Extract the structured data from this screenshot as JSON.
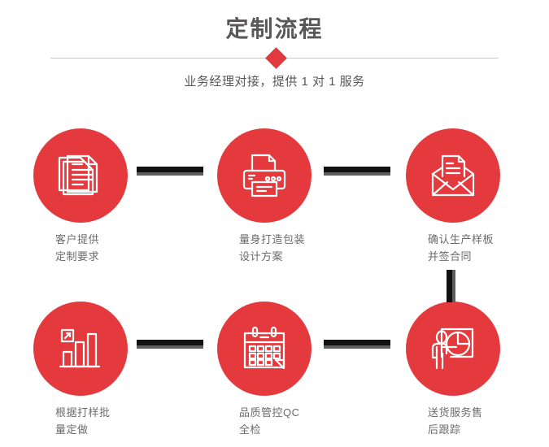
{
  "header": {
    "title": "定制流程",
    "subtitle": "业务经理对接，提供 1 对 1 服务",
    "accent_color": "#e43a3e",
    "title_color": "#595757",
    "divider_color": "#c9c9c9"
  },
  "flow": {
    "connector_color": "#111111",
    "connector_shadow_color": "#5e5e5e",
    "steps": [
      {
        "index": "1",
        "label": "客户提供\n定制要求",
        "icon": "documents-stack-icon"
      },
      {
        "index": "2",
        "label": "量身打造包装\n设计方案",
        "icon": "printer-icon"
      },
      {
        "index": "3",
        "label": "确认生产样板\n并签合同",
        "icon": "envelope-document-icon"
      },
      {
        "index": "4",
        "label": "根据打样批\n量定做",
        "icon": "bar-chart-growth-icon"
      },
      {
        "index": "5",
        "label": "品质管控QC\n全检",
        "icon": "calendar-icon"
      },
      {
        "index": "6",
        "label": "送货服务售\n后跟踪",
        "icon": "presenter-pie-chart-icon"
      }
    ]
  }
}
